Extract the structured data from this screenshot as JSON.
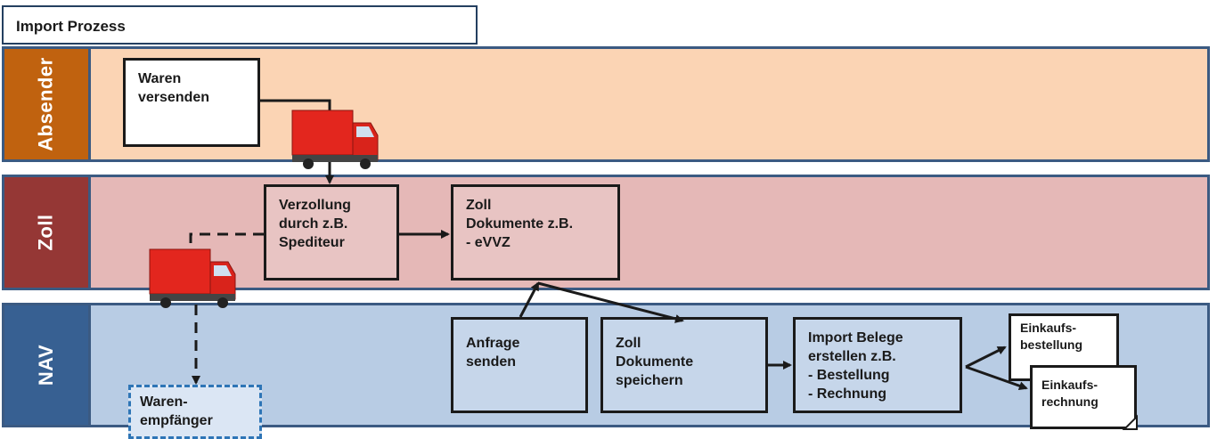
{
  "title": "Import Prozess",
  "colors": {
    "absender_lane": "#fbd4b4",
    "absender_label": "#c0620f",
    "zoll_lane": "#e5b8b7",
    "zoll_label": "#953735",
    "nav_lane": "#b8cce4",
    "nav_label": "#376092",
    "lane_border": "#3b5a82",
    "truck_red": "#e3261e"
  },
  "lanes": {
    "absender": {
      "label": "Absender"
    },
    "zoll": {
      "label": "Zoll"
    },
    "nav": {
      "label": "NAV"
    }
  },
  "boxes": {
    "waren_versenden": "Waren\nversenden",
    "verzollung": "Verzollung\ndurch z.B.\nSpediteur",
    "zoll_dokumente": "Zoll\nDokumente z.B.\n- eVVZ",
    "anfrage_senden": "Anfrage\nsenden",
    "zoll_dokumente_speichern": "Zoll\nDokumente\nspeichern",
    "import_belege": "Import Belege\nerstellen z.B.\n- Bestellung\n- Rechnung",
    "einkaufsbestellung": "Einkaufs-\nbestellung",
    "einkaufsrechnung": "Einkaufs-\nrechnung",
    "warenempfaenger": "Waren-\nempfänger"
  },
  "icons": [
    "truck-icon",
    "truck-icon"
  ]
}
